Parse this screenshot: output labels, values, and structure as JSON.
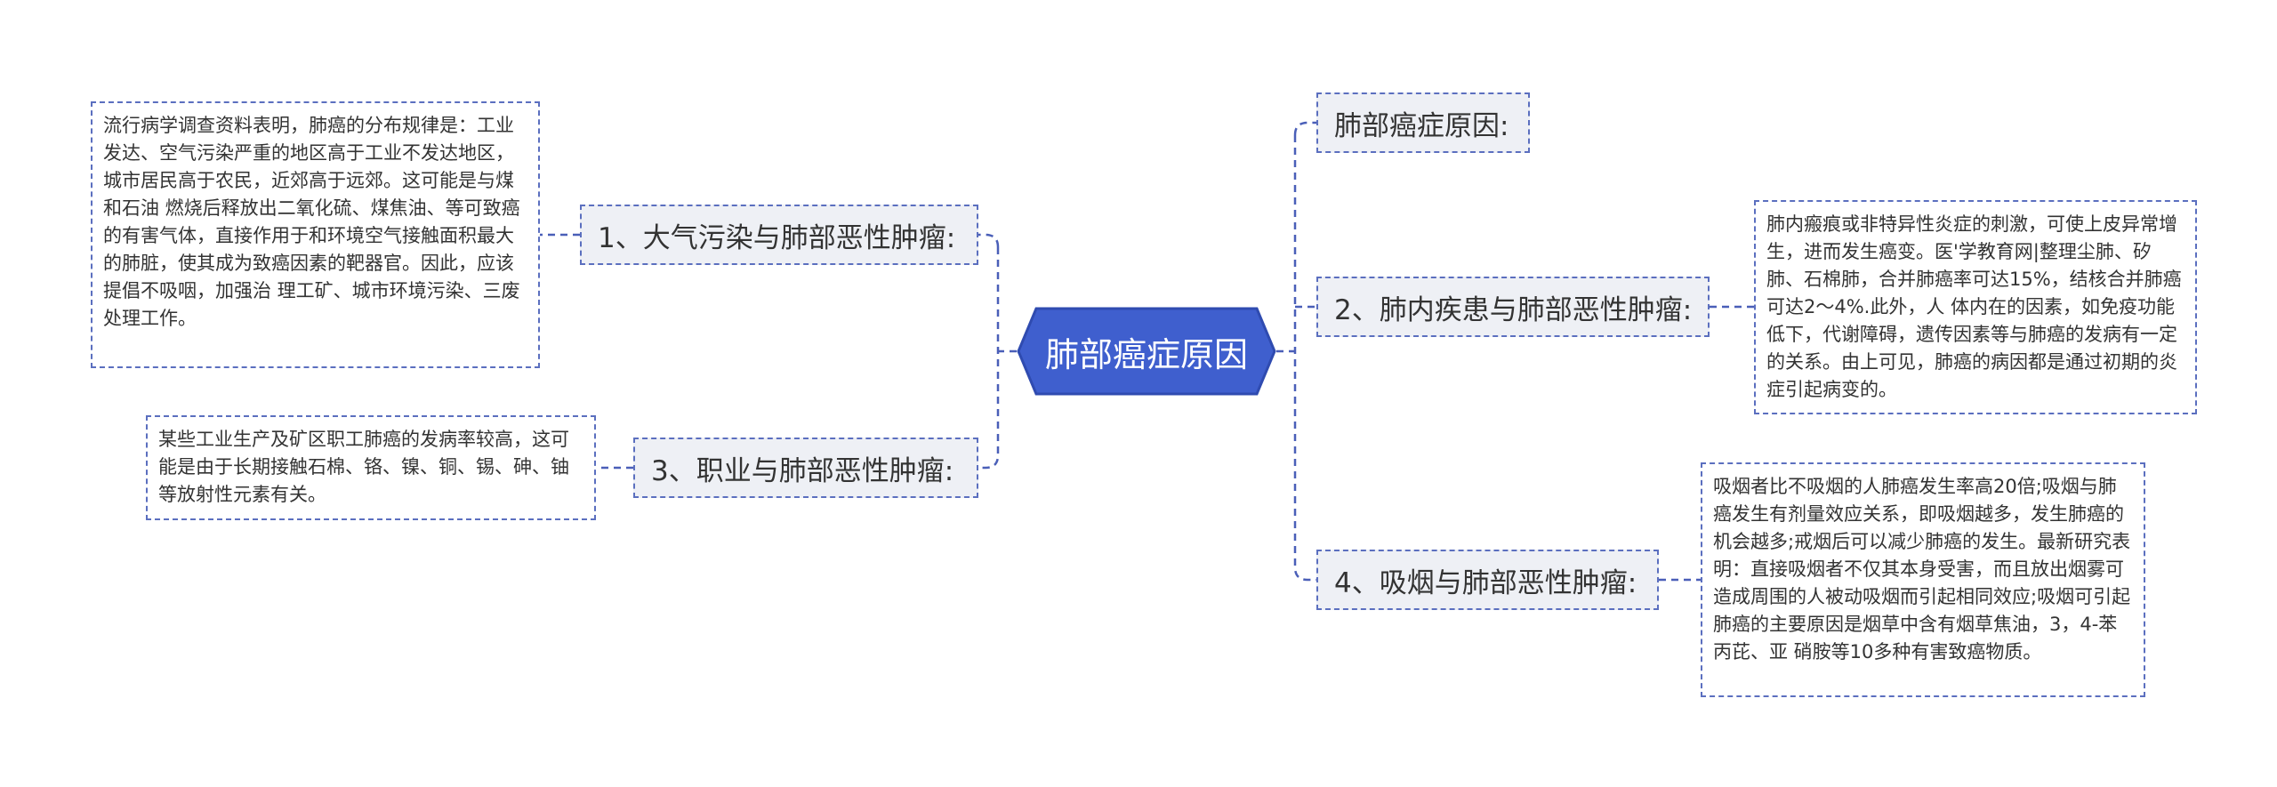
{
  "central": {
    "label": "肺部癌症原因"
  },
  "branches": {
    "r0": {
      "label": "肺部癌症原因:"
    },
    "r1": {
      "label": "2、肺内疾患与肺部恶性肿瘤:"
    },
    "r2": {
      "label": "4、吸烟与肺部恶性肿瘤:"
    },
    "l0": {
      "label": "1、大气污染与肺部恶性肿瘤:"
    },
    "l1": {
      "label": "3、职业与肺部恶性肿瘤:"
    }
  },
  "details": {
    "r1": {
      "text": "肺内瘢痕或非特异性炎症的刺激，可使上皮异常增生，进而发生癌变。医'学教育网|整理尘肺、矽肺、石棉肺，合并肺癌率可达15%，结核合并肺癌可达2～4%.此外，人 体内在的因素，如免疫功能低下，代谢障碍，遗传因素等与肺癌的发病有一定的关系。由上可见，肺癌的病因都是通过初期的炎症引起病变的。"
    },
    "r2": {
      "text": "吸烟者比不吸烟的人肺癌发生率高20倍;吸烟与肺癌发生有剂量效应关系，即吸烟越多，发生肺癌的机会越多;戒烟后可以减少肺癌的发生。最新研究表 明：直接吸烟者不仅其本身受害，而且放出烟雾可造成周围的人被动吸烟而引起相同效应;吸烟可引起肺癌的主要原因是烟草中含有烟草焦油，3，4-苯丙芘、亚 硝胺等10多种有害致癌物质。"
    },
    "l0": {
      "text": "流行病学调查资料表明，肺癌的分布规律是：工业发达、空气污染严重的地区高于工业不发达地区，城市居民高于农民，近郊高于远郊。这可能是与煤和石油 燃烧后释放出二氧化硫、煤焦油、等可致癌的有害气体，直接作用于和环境空气接触面积最大的肺脏，使其成为致癌因素的靶器官。因此，应该提倡不吸咽，加强治 理工矿、城市环境污染、三废处理工作。"
    },
    "l1": {
      "text": "某些工业生产及矿区职工肺癌的发病率较高，这可能是由于长期接触石棉、铬、镍、铜、锡、砷、铀等放射性元素有关。"
    }
  },
  "colors": {
    "root_fill": "#3f5fce",
    "line": "#4a5fb8",
    "branch_fill": "#eef0f5",
    "box_border": "#5b6fbf"
  }
}
